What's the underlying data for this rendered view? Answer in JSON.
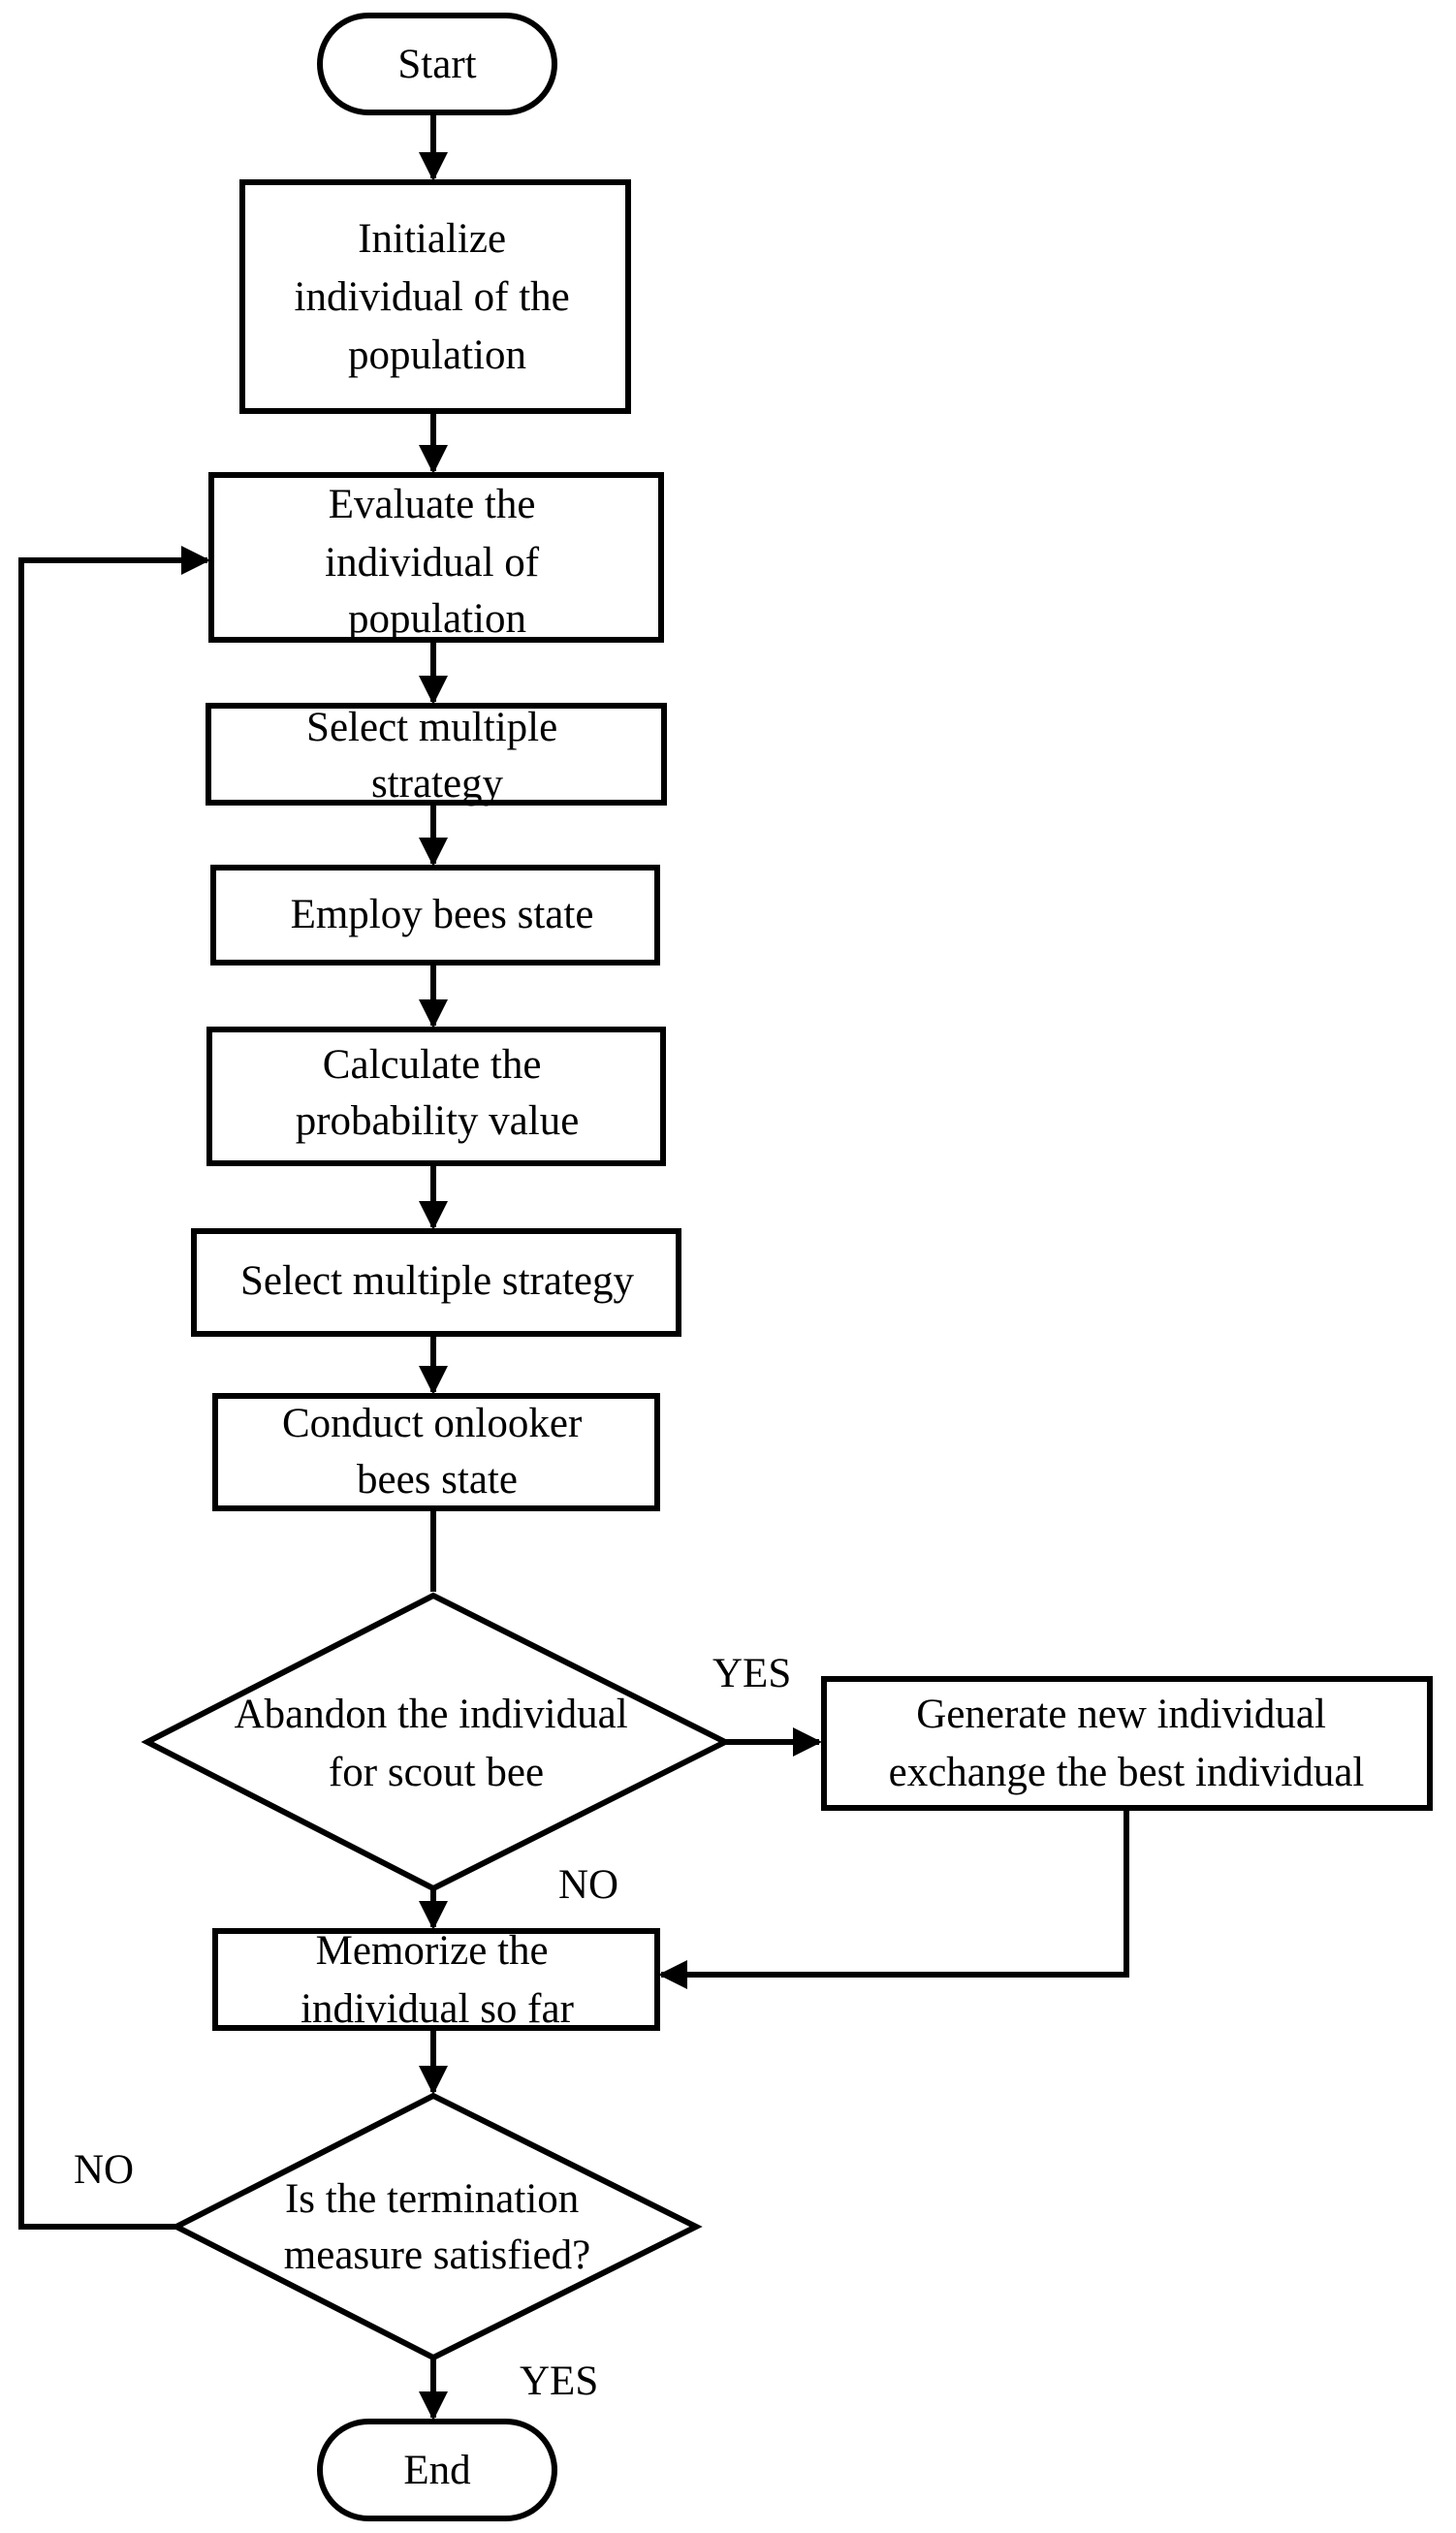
{
  "flowchart": {
    "start": "Start",
    "init": [
      "Initialize",
      "individual of the",
      "population"
    ],
    "evaluate": [
      "Evaluate the",
      "individual of",
      "population"
    ],
    "select1": [
      "Select multiple",
      "strategy"
    ],
    "employ": "Employ bees state",
    "calculate": [
      "Calculate the",
      "probability value"
    ],
    "select2": "Select multiple strategy",
    "onlooker": [
      "Conduct onlooker",
      "bees state"
    ],
    "abandon": [
      "Abandon the individual",
      "for scout bee"
    ],
    "generate": [
      "Generate new individual",
      "exchange the best individual"
    ],
    "memorize": [
      "Memorize the",
      "individual so far"
    ],
    "termination": [
      "Is the termination",
      "measure satisfied?"
    ],
    "end": "End",
    "abandon_yes": "YES",
    "abandon_no": "NO",
    "termination_no": "NO",
    "termination_yes": "YES"
  }
}
